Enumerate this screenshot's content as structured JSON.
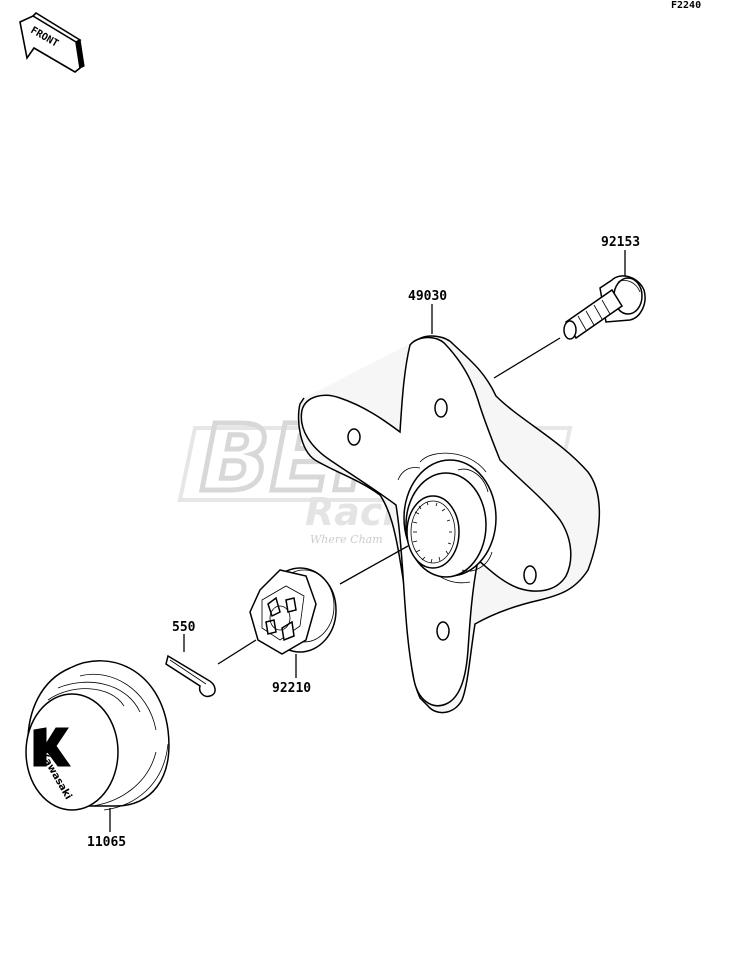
{
  "diagram": {
    "ref_code": "F2240",
    "front_arrow_text": "FRONT",
    "watermark": {
      "brand": "BERG",
      "sub": "Racing",
      "tagline": "Where Cham"
    },
    "cap_logo_text": "Kawasaki",
    "parts": [
      {
        "number": "92153",
        "name": "bolt"
      },
      {
        "number": "49030",
        "name": "hub-plate"
      },
      {
        "number": "550",
        "name": "cotter-pin"
      },
      {
        "number": "92210",
        "name": "castle-nut"
      },
      {
        "number": "11065",
        "name": "hub-cap"
      }
    ]
  }
}
